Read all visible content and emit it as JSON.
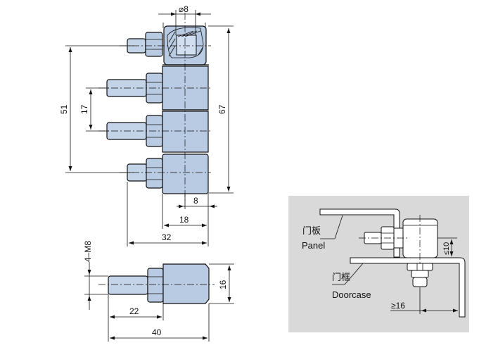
{
  "dimensions": {
    "bore_diameter": "⌀8",
    "height_overall": "67",
    "pitch_outer": "51",
    "pitch_inner": "17",
    "offset_small": "8",
    "offset_medium": "18",
    "length_top_view": "32",
    "thread": "4–M8",
    "block_height": "16",
    "stud_length": "22",
    "length_side_view": "40"
  },
  "installation": {
    "panel_cn": "门板",
    "panel_en": "Panel",
    "doorcase_cn": "门框",
    "doorcase_en": "Doorcase",
    "gap_max": "≤10",
    "clearance_min": "≥16"
  },
  "colors": {
    "part_fill": "#b9cbe2",
    "inset_background": "#d9d9d9",
    "line": "#111111"
  }
}
